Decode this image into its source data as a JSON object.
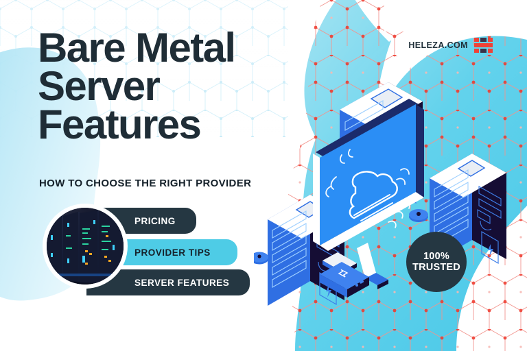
{
  "brand": {
    "logo_text": "HELEZA.COM",
    "logo_icon": "grid-squares-icon",
    "accent_red": "#ef4136",
    "accent_dark": "#3b3247"
  },
  "hero": {
    "title_lines": [
      "Bare Metal",
      "Server",
      "Features"
    ],
    "subtitle": "HOW TO CHOOSE THE RIGHT PROVIDER",
    "title_color": "#1f2d36"
  },
  "badges": [
    {
      "label": "PRICING",
      "style": "dark",
      "bg": "#253742",
      "fg": "#ffffff"
    },
    {
      "label": "PROVIDER TIPS",
      "style": "cyan",
      "bg": "#4ecce6",
      "fg": "#15212a"
    },
    {
      "label": "SERVER FEATURES",
      "style": "dark",
      "bg": "#253742",
      "fg": "#ffffff"
    }
  ],
  "trust_badge": {
    "line1": "100%",
    "line2": "TRUSTED",
    "bg": "#253742",
    "fg": "#ffffff"
  },
  "photo": {
    "name": "data-center-racks-photo",
    "alt": "Dark data center server racks with green and blue status lights"
  },
  "illustration": {
    "name": "isometric-server-illustration",
    "elements": [
      "server-tower-back",
      "server-tower-left",
      "server-tower-right",
      "desktop-monitor-with-cloud",
      "cloud-icon-on-screen",
      "external-drive-device"
    ],
    "screen_color": "#2b8ef5",
    "tower_color": "#2b6fe0",
    "tower_shadow": "#140d33"
  },
  "background": {
    "base": "#ffffff",
    "blob_left": "#bfe9f7",
    "blob_right_cyan": "#62d2ec",
    "hex_grid_light": "#d6f1fa",
    "hex_grid_red": "#f08a82",
    "node_red": "#ee3b2f"
  }
}
